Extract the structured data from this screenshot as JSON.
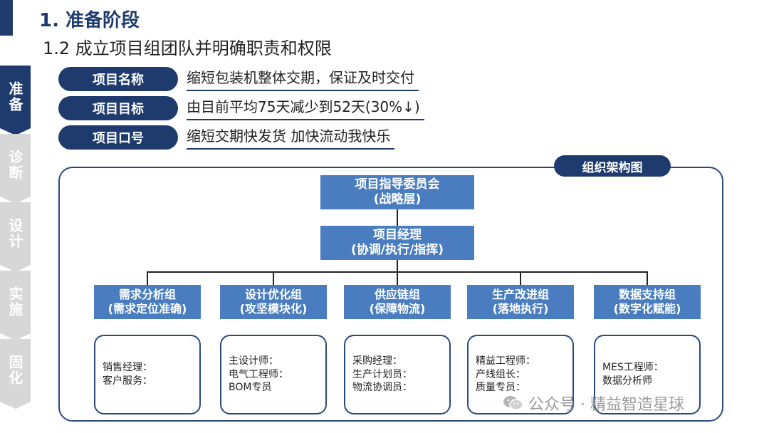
{
  "header": {
    "title": "1. 准备阶段",
    "subtitle": "1.2 成立项目组团队并明确职责和权限"
  },
  "nav": {
    "items": [
      "准备",
      "诊断",
      "设计",
      "实施",
      "固化"
    ],
    "active_index": 0
  },
  "info": [
    {
      "label": "项目名称",
      "value": "缩短包装机整体交期，保证及时交付"
    },
    {
      "label": "项目目标",
      "value": "由目前平均75天减少到52天(30%↓)"
    },
    {
      "label": "项目口号",
      "value": "缩短交期快发货 加快流动我快乐"
    }
  ],
  "org": {
    "title": "组织架构图",
    "top": {
      "line1": "项目指导委员会",
      "line2": "(战略层)"
    },
    "manager": {
      "line1": "项目经理",
      "line2": "(协调/执行/指挥)"
    },
    "groups": [
      {
        "name": "需求分析组",
        "role": "(需求定位准确)",
        "members": [
          "销售经理：",
          "客户服务："
        ]
      },
      {
        "name": "设计优化组",
        "role": "(攻坚模块化)",
        "members": [
          "主设计师：",
          "电气工程师：",
          "BOM专员"
        ]
      },
      {
        "name": "供应链组",
        "role": "(保障物流)",
        "members": [
          "采购经理：",
          "生产计划员：",
          "物流协调员："
        ]
      },
      {
        "name": "生产改进组",
        "role": "(落地执行)",
        "members": [
          "精益工程师：",
          "产线组长：",
          "质量专员："
        ]
      },
      {
        "name": "数据支持组",
        "role": "(数字化赋能)",
        "members": [
          "MES工程师：",
          "数据分析师"
        ]
      }
    ]
  },
  "watermark": {
    "text": "公众号 · 精益智造星球"
  },
  "colors": {
    "primary": "#1f3b6e",
    "node": "#4a7dbf",
    "inactive_nav": "#d7d7d7"
  }
}
